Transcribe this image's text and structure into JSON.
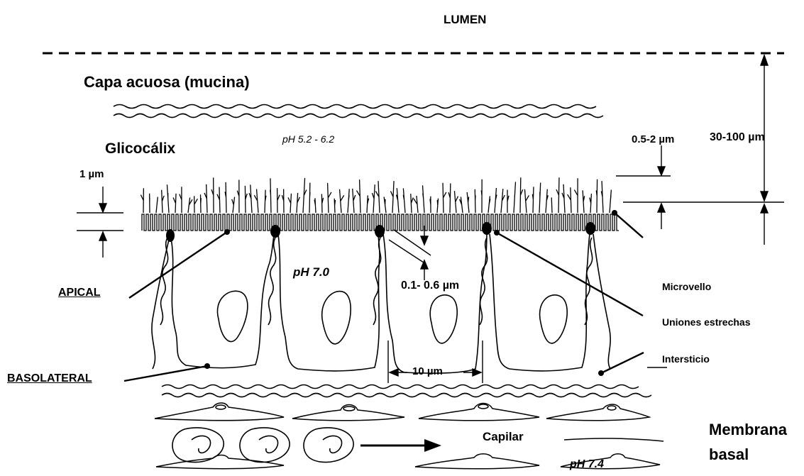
{
  "labels": {
    "lumen": "LUMEN",
    "mucus_layer": "Capa acuosa (mucina)",
    "glycocalyx": "Glicocálix",
    "ph_mucus": "pH 5.2 - 6.2",
    "ph_cell": "pH 7.0",
    "ph_blood": "pH 7.4",
    "apical": "APICAL",
    "basolateral": "BASOLATERAL",
    "microvillus": "Microvello",
    "tight_junctions": "Uniones estrechas",
    "interstitium": "Intersticio",
    "capillary": "Capilar",
    "basement_membrane_1": "Membrana",
    "basement_membrane_2": "basal"
  },
  "dimensions": {
    "mucus_thickness": "30-100 µm",
    "glycocalyx_thickness": "0.5-2 µm",
    "microvillus_height": "1 µm",
    "junction_width": "0.1- 0.6 µm",
    "cell_width": "10 µm"
  },
  "colors": {
    "ink": "#000000",
    "background": "#ffffff"
  }
}
